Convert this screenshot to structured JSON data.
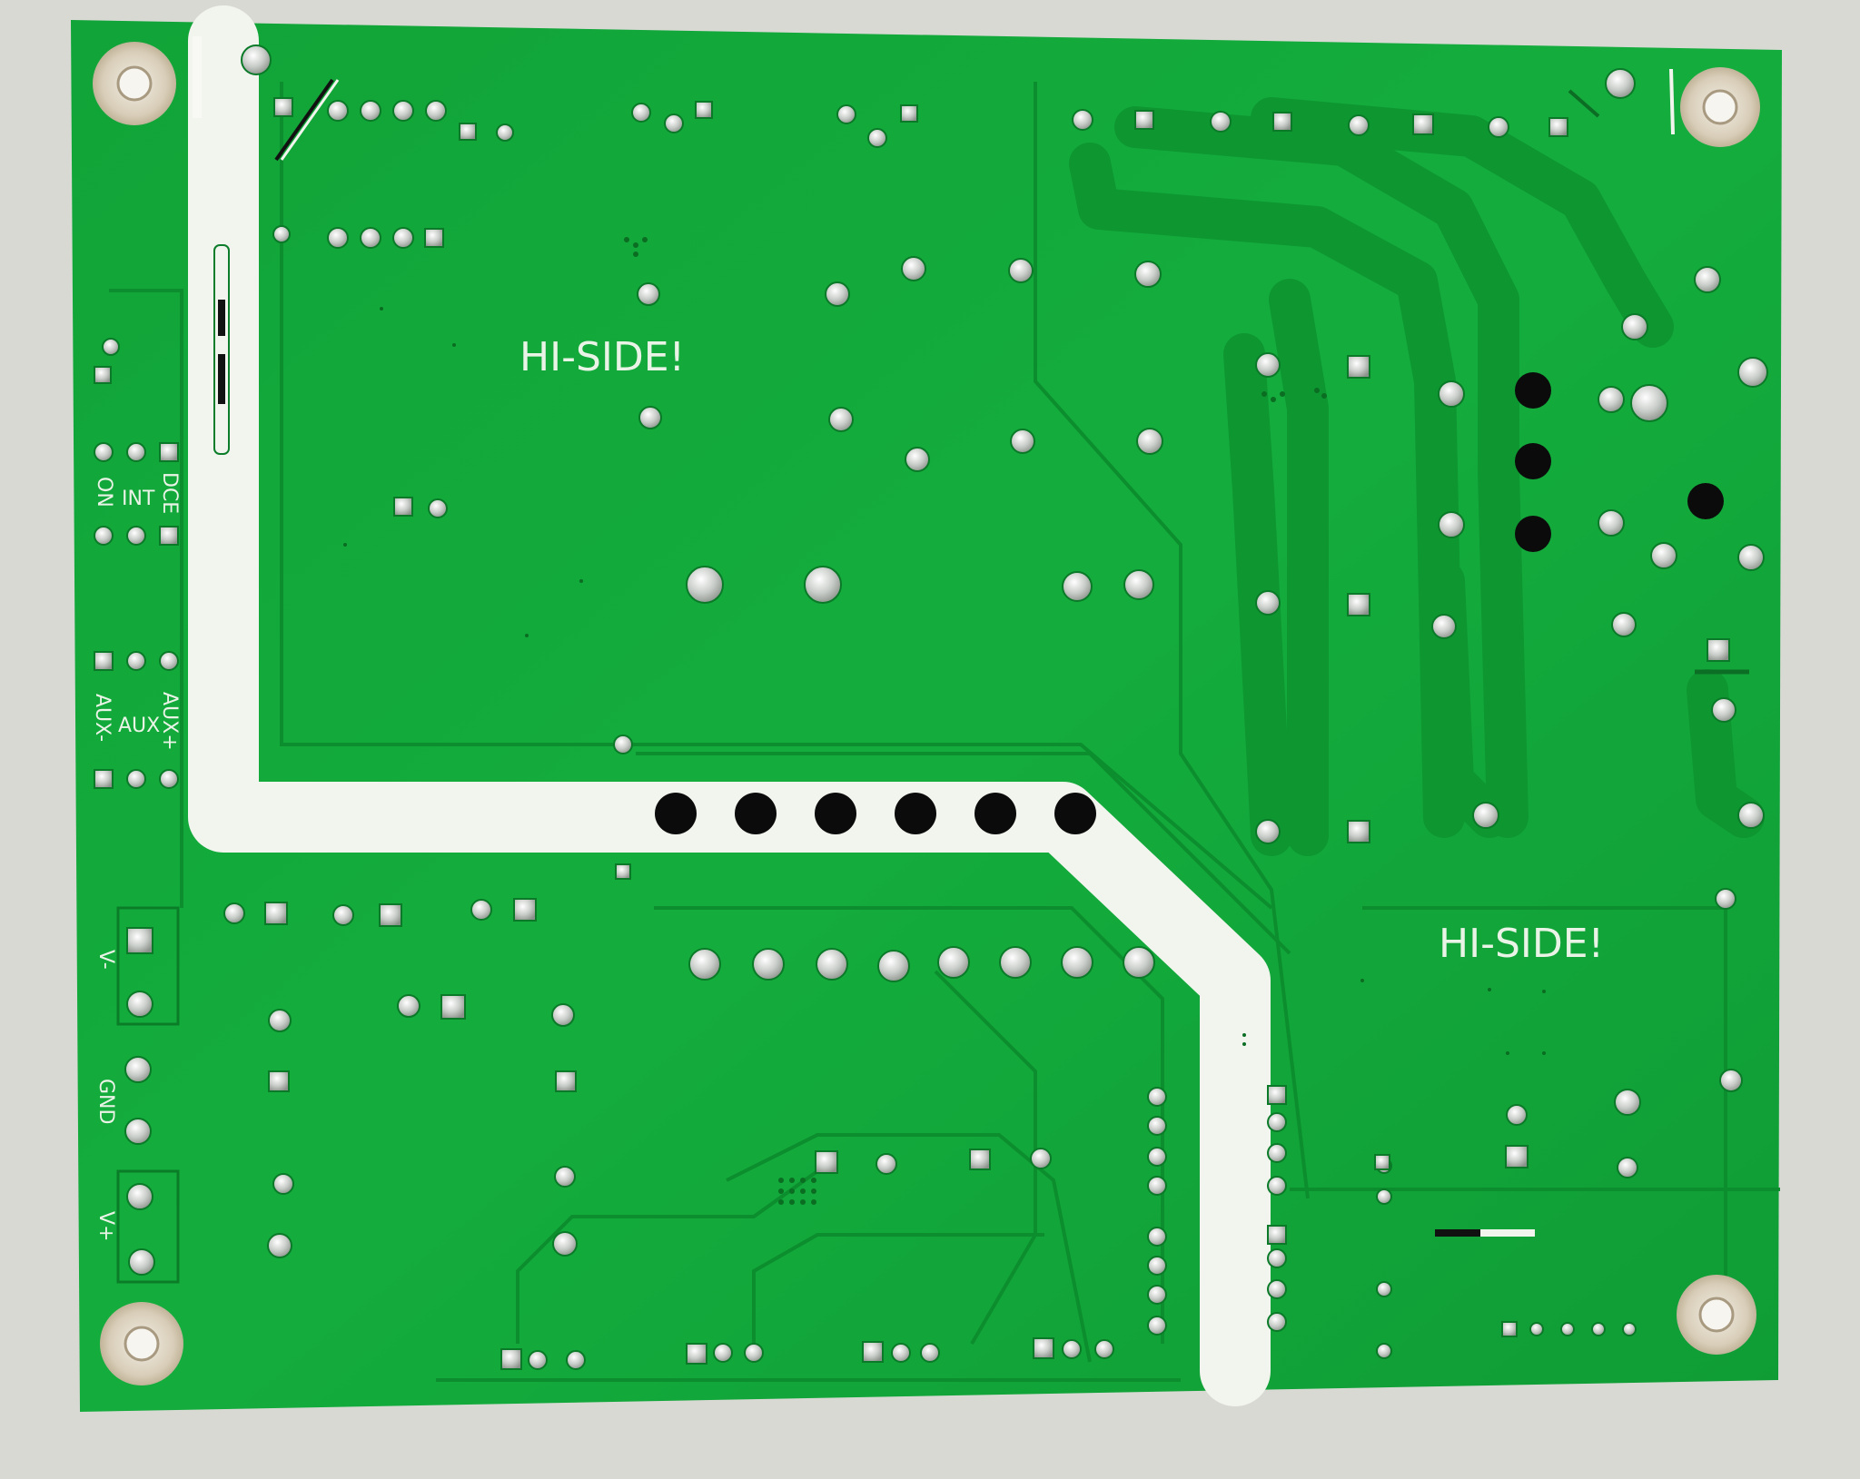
{
  "labels": {
    "hi_side_top": "HI-SIDE!",
    "hi_side_bottom": "HI-SIDE!",
    "dce": "DCE",
    "int": "INT",
    "on": "ON",
    "aux_plus": "AUX+",
    "aux": "AUX",
    "aux_minus": "AUX-",
    "v_minus": "V-",
    "gnd": "GND",
    "v_plus": "V+"
  },
  "colors": {
    "background": "#d9d9d4",
    "board": "#12a83a",
    "copper_trace": "#0f9a33",
    "isolation_strip": "#f2f4ee",
    "pad": "#c9ccc9",
    "hole": "#0b0b0b",
    "silkscreen": "#e9f3e6"
  }
}
